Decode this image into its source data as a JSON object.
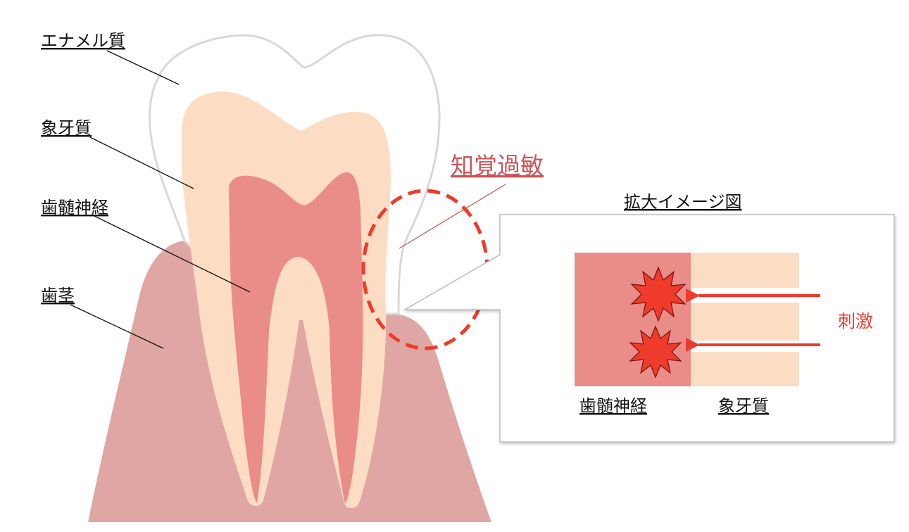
{
  "labels": {
    "enamel": "エナメル質",
    "dentin": "象牙質",
    "pulp": "歯髄神経",
    "gum": "歯茎",
    "hypersensitivity": "知覚過敏"
  },
  "zoom": {
    "title": "拡大イメージ図",
    "pulp_label": "歯髄神経",
    "dentin_label": "象牙質",
    "stimulus_label": "刺激"
  },
  "colors": {
    "enamel_stroke": "#d8d8d8",
    "dentin": "#fcdcc2",
    "pulp": "#ea8c88",
    "gum": "#e0a6a4",
    "accent_red": "#ee3b2c",
    "hypersensitivity_text": "#c8565a",
    "leader_line": "#111111"
  },
  "icons": {
    "burst": "burst-icon",
    "arrow": "arrow-left-icon"
  }
}
